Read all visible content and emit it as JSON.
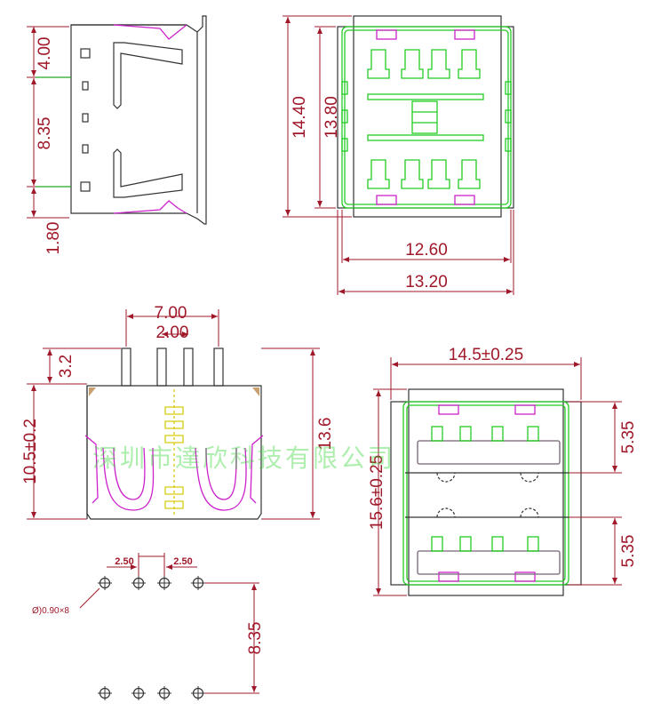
{
  "views": {
    "side": {
      "dims": {
        "top": "4.00",
        "middle": "8.35",
        "bottom": "1.80"
      }
    },
    "top": {
      "dims": {
        "outer_height": "14.40",
        "inner_height": "13.80",
        "inner_width": "12.60",
        "outer_width": "13.20"
      }
    },
    "front": {
      "dims": {
        "pin_span": "7.00",
        "pin_pitch": "2.00",
        "pin_length": "3.2",
        "body_height": "10.5±0.2",
        "total_height": "13.6"
      }
    },
    "footprint": {
      "dims": {
        "pitch_left": "2.50",
        "pitch_right": "2.50",
        "hole": "Ø)0.90×8",
        "row_spacing": "8.35"
      }
    },
    "port": {
      "dims": {
        "width": "14.5±0.25",
        "height": "15.6±0.25",
        "upper": "5.35",
        "lower": "5.35"
      }
    }
  },
  "watermark": "深圳市達欣科技有限公司",
  "colors": {
    "dimension": "#a0192a",
    "outline": "#333333",
    "green": "#22cc22",
    "magenta": "#cc22cc"
  }
}
